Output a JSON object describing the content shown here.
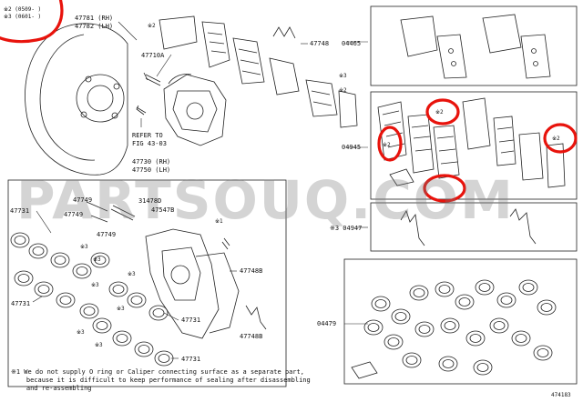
{
  "serial": {
    "line1": "※2 (0509- )",
    "line2": "※3 (0601- )"
  },
  "parts": {
    "p47781": "47781 (RH)",
    "p47782": "47782 (LH)",
    "p47710A": "47710A",
    "refer_to": "REFER TO",
    "fig": "FIG 43-03",
    "p47730": "47730 (RH)",
    "p47750": "47750 (LH)",
    "p47749a": "47749",
    "p47749b": "47749",
    "p47749c": "47749",
    "p31478": "31478D",
    "p47547": "47547B",
    "p47731a": "47731",
    "p47731b": "47731",
    "p47731c": "47731",
    "p47731d": "47731",
    "p47748a": "47748B",
    "p47748b": "47748B",
    "p47748c": "47748",
    "p04465": "04465",
    "p04945": "04945",
    "p04947": "※3 04947",
    "p04479": "04479",
    "diagram_no": "474183"
  },
  "marks": {
    "m2": "※2",
    "m3": "※3",
    "m1": "※1",
    "m2b": "※2",
    "m2c": "※2",
    "m2d": "※2",
    "m2e": "※2",
    "m3a": "※3",
    "m3b": "※3",
    "m3c": "※3",
    "m3d": "※3",
    "m3e": "※3",
    "m3f": "※3",
    "m3g": "※3"
  },
  "watermark": "PARTSOUQ.COM",
  "footnote": "※1 We do not supply O ring or Caliper connecting surface as a separate part,\n    because it is difficult to keep performance of sealing after disassembling\n    and re-assembling",
  "colors": {
    "highlight": "#e8130c",
    "line": "#222222"
  }
}
